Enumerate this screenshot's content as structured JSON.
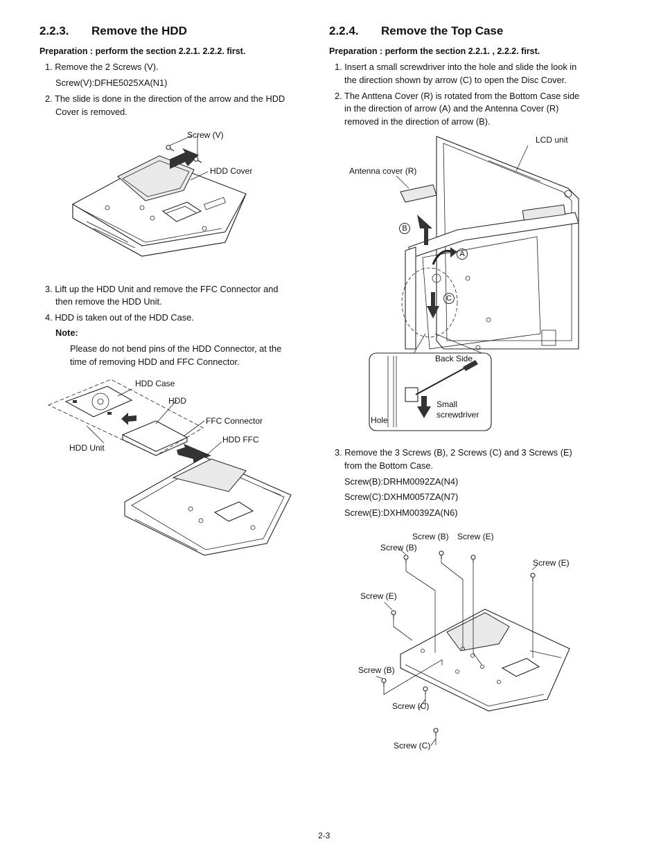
{
  "left": {
    "heading_num": "2.2.3.",
    "heading_title": "Remove the HDD",
    "prep": "Preparation : perform the section 2.2.1. 2.2.2. first.",
    "step1": "1. Remove the 2 Screws (V).",
    "step1_sub": "Screw(V):DFHE5025XA(N1)",
    "step2_a": "2. The slide is done in the direction of the arrow and the HDD",
    "step2_b": "Cover is removed.",
    "fig1": {
      "screw_v": "Screw (V)",
      "hdd_cover": "HDD Cover"
    },
    "step3_a": "3. Lift up the HDD Unit and remove the FFC Connector and",
    "step3_b": "then remove the HDD Unit.",
    "step4": "4. HDD is taken out of the HDD Case.",
    "note_label": "Note:",
    "note_a": "Please do not bend pins of the HDD Connector, at the",
    "note_b": "time of removing HDD and FFC Connector.",
    "fig2": {
      "hdd_case": "HDD Case",
      "hdd": "HDD",
      "ffc_connector": "FFC Connector",
      "hdd_ffc": "HDD FFC",
      "hdd_unit": "HDD Unit"
    }
  },
  "right": {
    "heading_num": "2.2.4.",
    "heading_title": "Remove the Top Case",
    "prep": "Preparation : perform the section 2.2.1. , 2.2.2. first.",
    "step1_a": "1. Insert a small screwdriver into the hole and slide the look in",
    "step1_b": "the direction shown by arrow (C) to open the Disc Cover.",
    "step2_a": "2. The Anttena Cover (R) is rotated from the Bottom Case side",
    "step2_b": "in the direction of arrow (A) and the Antenna Cover (R)",
    "step2_c": "removed in the direction of arrow (B).",
    "fig3": {
      "lcd_unit": "LCD unit",
      "antenna_cover": "Antenna cover (R)",
      "mark_b": "B",
      "mark_a": "A",
      "mark_c": "C",
      "back_side": "Back Side",
      "small": "Small",
      "screwdriver": "screwdriver",
      "hole": "Hole"
    },
    "step3_a": "3. Remove the 3 Screws (B), 2 Screws (C) and 3 Screws (E)",
    "step3_b": "from the Bottom Case.",
    "screw_b_code": "Screw(B):DRHM0092ZA(N4)",
    "screw_c_code": "Screw(C):DXHM0057ZA(N7)",
    "screw_e_code": "Screw(E):DXHM0039ZA(N6)",
    "fig4": {
      "screw_b_1": "Screw (B)",
      "screw_e_1": "Screw (E)",
      "screw_b_2": "Screw (B)",
      "screw_e_2": "Screw (E)",
      "screw_e_3": "Screw (E)",
      "screw_b_3": "Screw (B)",
      "screw_c_1": "Screw (C)",
      "screw_c_2": "Screw (C)"
    }
  },
  "footer": {
    "page_number": "2-3"
  }
}
